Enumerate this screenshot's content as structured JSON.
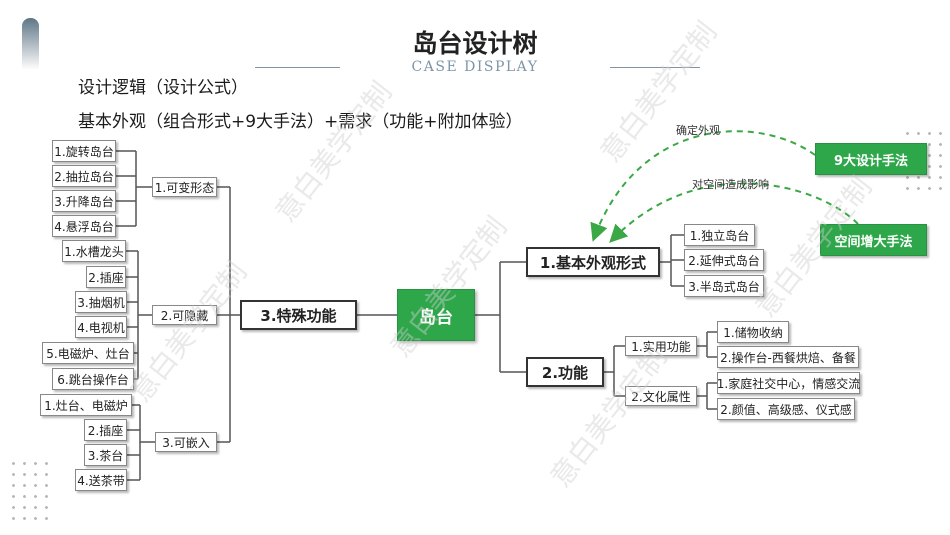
{
  "header": {
    "title": "岛台设计树",
    "subtitle": "CASE DISPLAY"
  },
  "logic": {
    "line1": "设计逻辑（设计公式）",
    "line2": "基本外观（组合形式+9大手法）+需求（功能+附加体验）"
  },
  "tree": {
    "center": "岛台",
    "left_branch": {
      "label": "3.特殊功能",
      "groups": [
        {
          "label": "1.可变形态",
          "items": [
            "1.旋转岛台",
            "2.抽拉岛台",
            "3.升降岛台",
            "4.悬浮岛台"
          ]
        },
        {
          "label": "2.可隐藏",
          "items": [
            "1.水槽龙头",
            "2.插座",
            "3.抽烟机",
            "4.电视机",
            "5.电磁炉、灶台",
            "6.跳台操作台"
          ]
        },
        {
          "label": "3.可嵌入",
          "items": [
            "1.灶台、电磁炉",
            "2.插座",
            "3.茶台",
            "4.送茶带"
          ]
        }
      ]
    },
    "right_branches": [
      {
        "label": "1.基本外观形式",
        "items": [
          "1.独立岛台",
          "2.延伸式岛台",
          "3.半岛式岛台"
        ]
      },
      {
        "label": "2.功能",
        "groups": [
          {
            "label": "1.实用功能",
            "items": [
              "1.储物收纳",
              "2.操作台-西餐烘焙、备餐"
            ]
          },
          {
            "label": "2.文化属性",
            "items": [
              "1.家庭社交中心，情感交流",
              "2.颜值、高级感、仪式感"
            ]
          }
        ]
      }
    ],
    "callouts": [
      {
        "label": "9大设计手法",
        "note": "确定外观"
      },
      {
        "label": "空间增大手法",
        "note": "对空间造成影响"
      }
    ]
  },
  "watermark": "意白美学定制",
  "colors": {
    "accent_green": "#2ea64a",
    "dash_green": "#39a845",
    "subtitle_blue": "#7d95a6"
  }
}
